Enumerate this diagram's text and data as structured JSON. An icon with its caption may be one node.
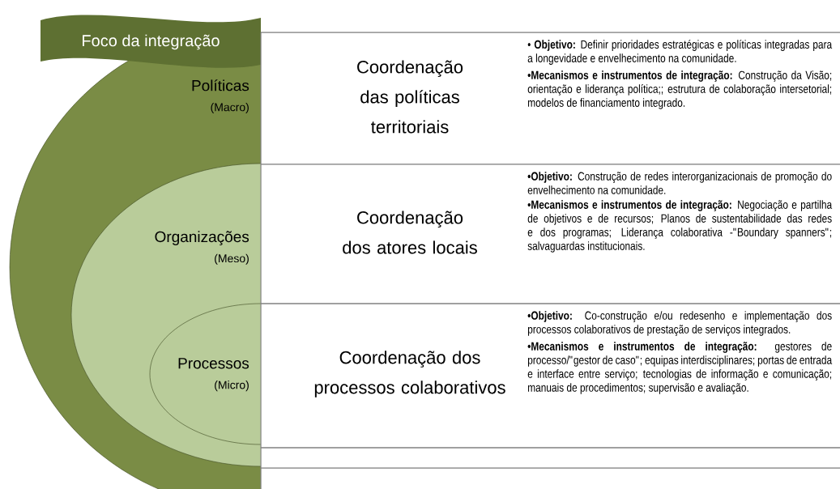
{
  "diagram": {
    "nodes": [
      {
        "text": [
          "Foco da integração"
        ]
      },
      {
        "text": [
          "Políticas",
          "(Macro)"
        ]
      },
      {
        "text": [
          "Organizações",
          "(Meso)"
        ],
        "in": 1
      },
      {
        "text": [
          "Processos",
          "(Micro)"
        ],
        "in": 2
      },
      {
        "text": [
          "Coordenação das políticas territoriais",
          "• **Objetivo:** Definir prioridades estratégicas e políticas integradas para a longevidade e envelhecimento na comunidade.",
          "**•Mecanismos e instrumentos de integração:** Construção da Visão; orientação e liderança política;; estrutura de colaboração intersetorial; modelos de financiamento integrado."
        ]
      },
      {
        "text": [
          "Coordenação dos atores locais",
          "**•Objetivo:** Construção de redes interorganizacionais de promoção do envelhecimento na comunidade.",
          "**•Mecanismos e instrumentos de integração:** Negociação e partilha de objetivos e de recursos; Planos de sustentabilidade das redes e dos programas; Liderança colaborativa -\"Boundary spanners\"; salvaguardas institucionais."
        ]
      },
      {
        "text": [
          "Coordenação dos processos colaborativos",
          "**•Objetivo:** Co-construção e/ou redesenho e implementação dos processos colaborativos de prestação de serviços integrados.",
          "**•Mecanismos e instrumentos de integração:** gestores de processo/\"gestor de caso\"; equipas interdisciplinares; portas de entrada e interface entre serviço; tecnologias de informação e comunicação; manuais de procedimentos; supervisão e avaliação."
        ]
      }
    ]
  }
}
